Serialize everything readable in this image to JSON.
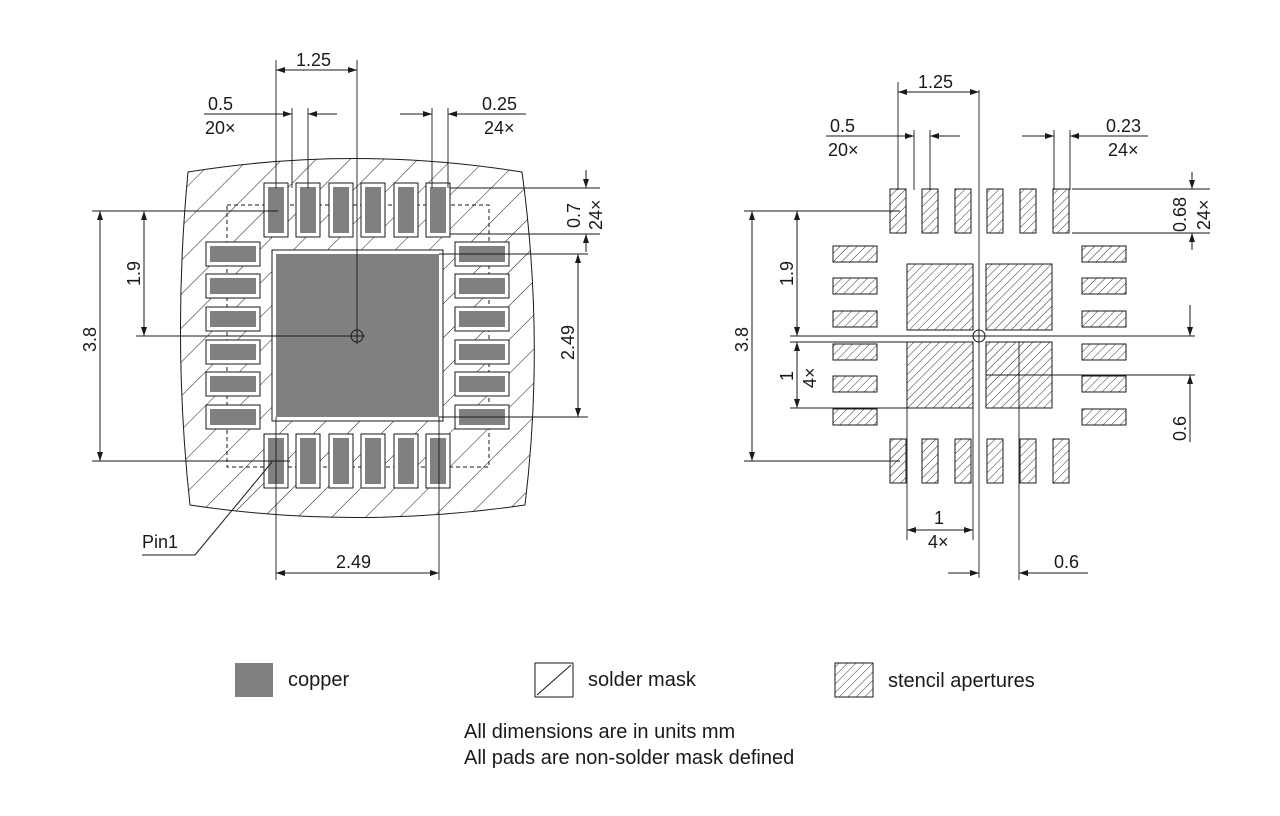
{
  "footprint": {
    "dim_pitch": "1.25",
    "dim_pad_width": "0.5",
    "dim_pad_width_count": "20×",
    "dim_mask_width": "0.25",
    "dim_mask_width_count": "24×",
    "dim_pad_length": "0.7",
    "dim_pad_length_count": "24×",
    "dim_outer": "3.8",
    "dim_half": "1.9",
    "dim_center_pad_v": "2.49",
    "dim_center_pad_h": "2.49",
    "pin1_label": "Pin1"
  },
  "stencil": {
    "dim_pitch": "1.25",
    "dim_ap_width": "0.5",
    "dim_ap_width_count": "20×",
    "dim_ap_width2": "0.23",
    "dim_ap_width2_count": "24×",
    "dim_ap_length": "0.68",
    "dim_ap_length_count": "24×",
    "dim_outer": "3.8",
    "dim_half": "1.9",
    "dim_square": "1",
    "dim_square_count": "4×",
    "dim_gap_v": "0.6",
    "dim_square_h": "1",
    "dim_square_h_count": "4×",
    "dim_gap_h": "0.6"
  },
  "legend": {
    "copper": "copper",
    "solder_mask": "solder mask",
    "stencil_apertures": "stencil apertures"
  },
  "notes": {
    "line1": "All dimensions are in units mm",
    "line2": "All pads are non-solder mask defined"
  },
  "colors": {
    "copper": "#808080",
    "line": "#1a1a1a"
  }
}
